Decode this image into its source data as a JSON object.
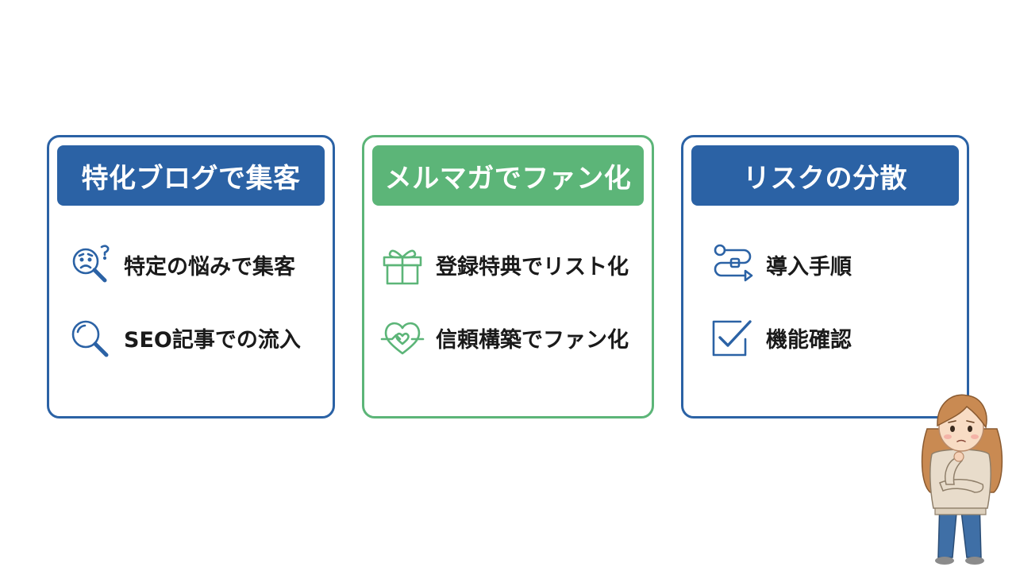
{
  "colors": {
    "blue": "#2b62a5",
    "green": "#5cb578"
  },
  "cards": [
    {
      "title": "特化ブログで集客",
      "items": [
        {
          "icon": "worried-search-icon",
          "label": "特定の悩みで集客"
        },
        {
          "icon": "magnifier-icon",
          "label": "SEO記事での流入"
        }
      ]
    },
    {
      "title": "メルマガでファン化",
      "items": [
        {
          "icon": "gift-icon",
          "label": "登録特典でリスト化"
        },
        {
          "icon": "heart-handshake-icon",
          "label": "信頼構築でファン化"
        }
      ]
    },
    {
      "title": "リスクの分散",
      "items": [
        {
          "icon": "flow-steps-icon",
          "label": "導入手順"
        },
        {
          "icon": "checkbox-icon",
          "label": "機能確認"
        }
      ]
    }
  ]
}
